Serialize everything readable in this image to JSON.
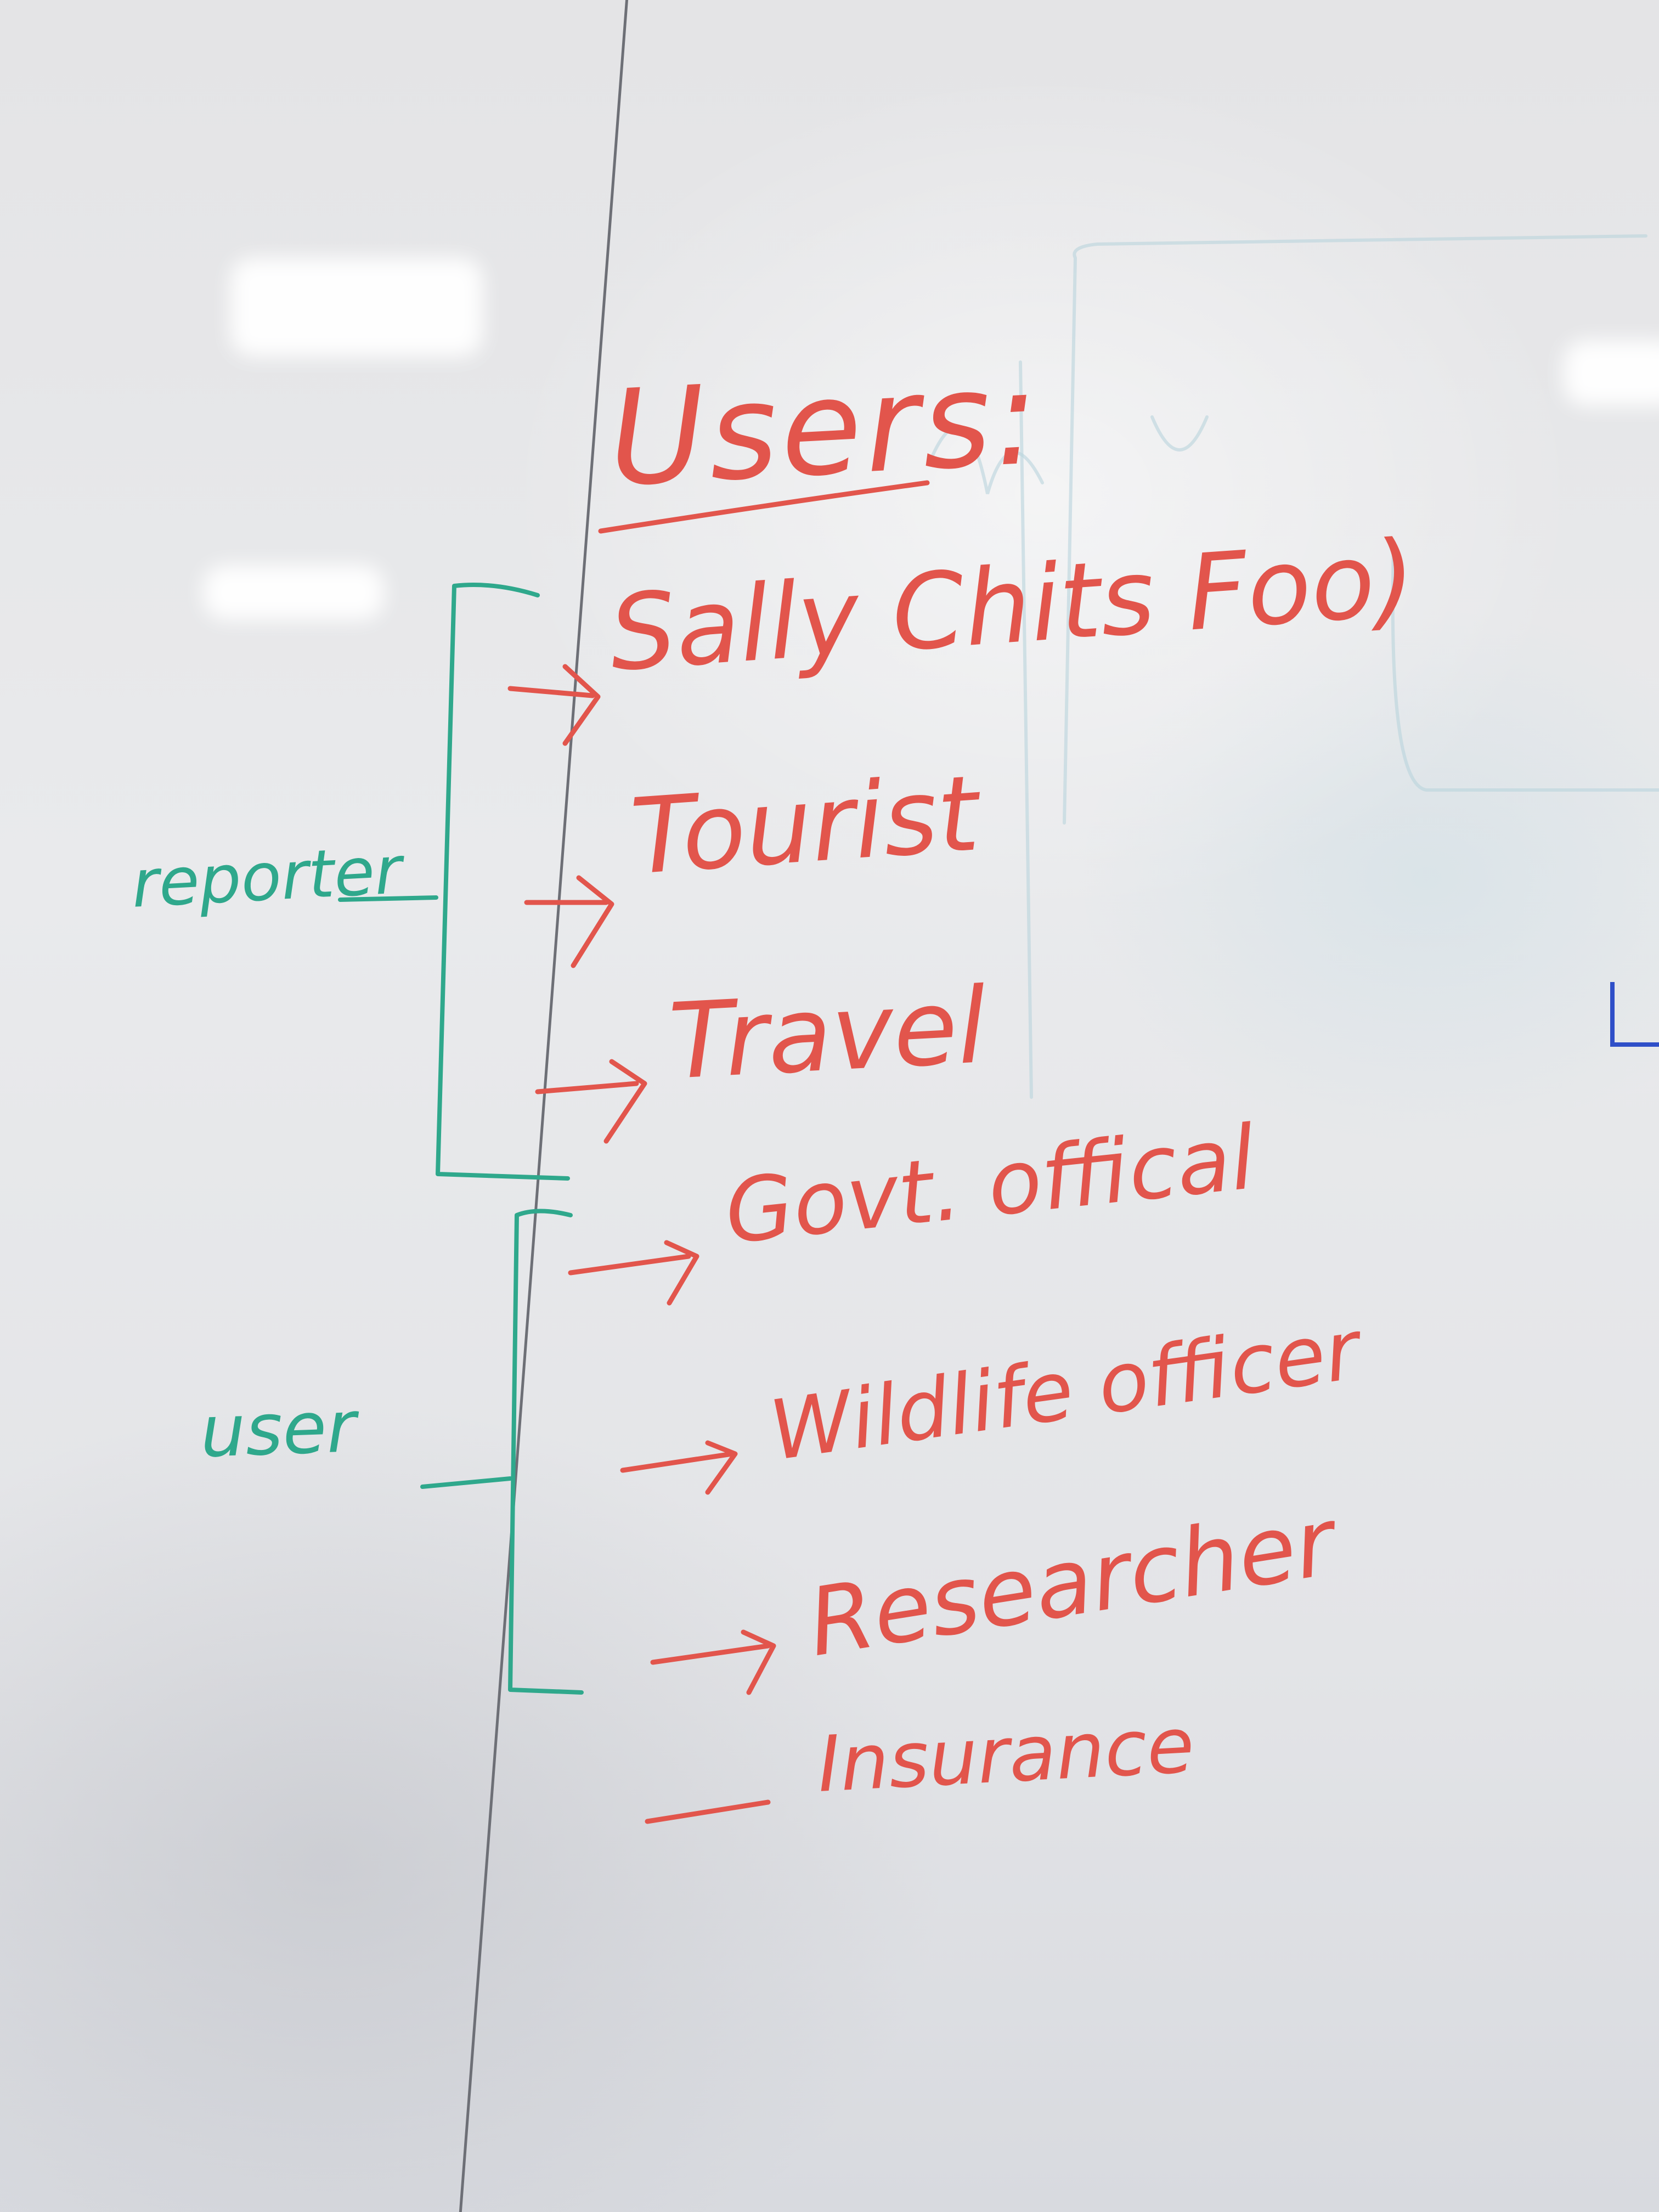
{
  "colors": {
    "red_marker": "#e2554c",
    "teal_marker": "#2fa88c",
    "board": "#e6e7e9"
  },
  "heading": "Users:",
  "items": [
    "Sally Chits Foo)",
    "Tourist",
    "Travel",
    "Govt. offical",
    "Wildlife officer",
    "Researcher",
    "Insurance"
  ],
  "groups": {
    "reporter_label": "reporter",
    "user_label": "user"
  }
}
